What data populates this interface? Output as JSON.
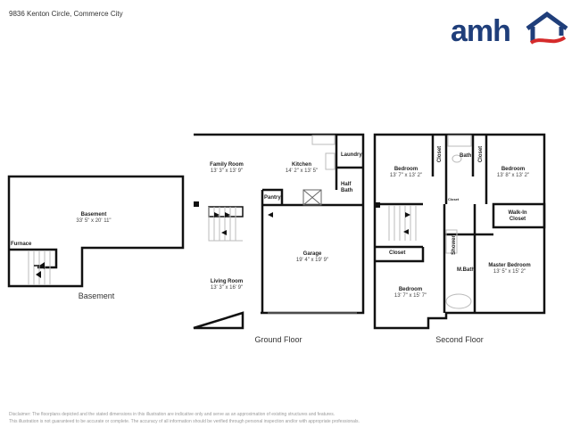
{
  "header": {
    "address": "9836 Kenton Circle, Commerce City",
    "logo_text": "amh",
    "logo_colors": {
      "text": "#1f3e7a",
      "swoosh": "#d52b2b"
    }
  },
  "floors": {
    "basement": {
      "label": "Basement",
      "rooms": [
        {
          "name": "Basement",
          "dims": "33' 5\" x 20' 11\""
        }
      ],
      "labels": [
        "Furnace"
      ]
    },
    "ground": {
      "label": "Ground Floor",
      "rooms": [
        {
          "name": "Family Room",
          "dims": "13' 3\" x 13' 9\""
        },
        {
          "name": "Kitchen",
          "dims": "14' 2\" x 13' 5\""
        },
        {
          "name": "Garage",
          "dims": "19' 4\" x 19' 9\""
        },
        {
          "name": "Living Room",
          "dims": "13' 3\" x 16' 9\""
        }
      ],
      "labels": [
        "Laundry",
        "Half Bath",
        "Pantry"
      ]
    },
    "second": {
      "label": "Second Floor",
      "rooms": [
        {
          "name": "Bedroom",
          "dims": "13' 7\" x 13' 2\""
        },
        {
          "name": "Bedroom",
          "dims": "13' 8\" x 13' 2\""
        },
        {
          "name": "Master Bedroom",
          "dims": "13' 5\" x 15' 2\""
        },
        {
          "name": "Bedroom",
          "dims": "13' 7\" x 15' 7\""
        }
      ],
      "labels": [
        "Closet",
        "Bath",
        "Closet",
        "Walk-In Closet",
        "Shower",
        "M.Bath",
        "Closet",
        "Closet"
      ]
    }
  },
  "disclaimer": {
    "line1": "Disclaimer: The floorplans depicted and the stated dimensions in this illustration are indicative only and serve as an approximation of existing structures and features.",
    "line2": "This illustration is not guaranteed to be accurate or complete. The accuracy of all information should be verified through personal inspection and/or with appropriate professionals."
  }
}
